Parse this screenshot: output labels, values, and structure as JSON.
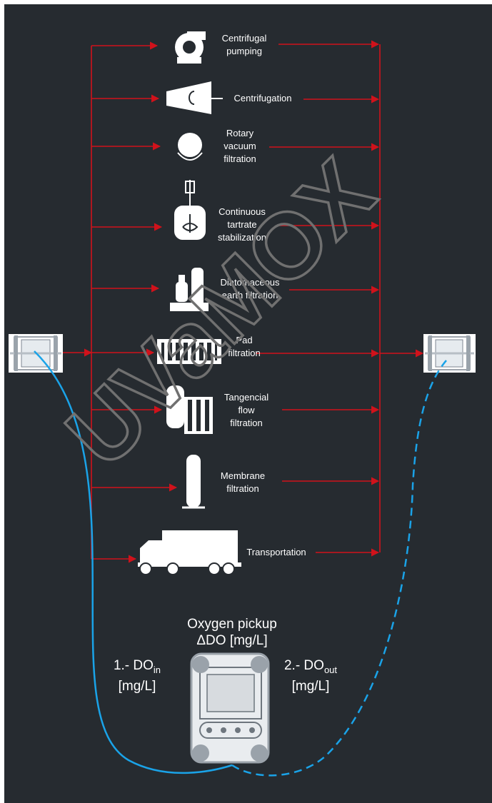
{
  "processes": [
    {
      "lines": [
        "Centrifugal",
        "pumping"
      ],
      "icon": "centrifugal-pump-icon"
    },
    {
      "lines": [
        "Centrifugation"
      ],
      "icon": "centrifuge-icon"
    },
    {
      "lines": [
        "Rotary",
        "vacuum",
        "filtration"
      ],
      "icon": "rotary-vacuum-filter-icon"
    },
    {
      "lines": [
        "Continuous",
        "tartrate",
        "stabilization"
      ],
      "icon": "stirred-tank-icon"
    },
    {
      "lines": [
        "Diatomaceous",
        "earth filtration"
      ],
      "icon": "diatomaceous-filter-icon"
    },
    {
      "lines": [
        "Pad",
        "filtration"
      ],
      "icon": "pad-filter-icon"
    },
    {
      "lines": [
        "Tangencial",
        "flow",
        "filtration"
      ],
      "icon": "tangential-filter-icon"
    },
    {
      "lines": [
        "Membrane",
        "filtration"
      ],
      "icon": "membrane-filter-icon"
    },
    {
      "lines": [
        "Transportation"
      ],
      "icon": "truck-icon"
    }
  ],
  "meter": {
    "title_line1": "Oxygen pickup",
    "title_line2": "ΔDO [mg/L]",
    "in_prefix": "1.- DO",
    "in_sub": "in",
    "in_unit": "[mg/L]",
    "out_prefix": "2.- DO",
    "out_sub": "out",
    "out_unit": "[mg/L]"
  },
  "watermark": "UVaMOX",
  "colors": {
    "background": "#262b30",
    "flow_arrows": "#d0121b",
    "sensor_cable": "#1aa3e8",
    "icons": "#ffffff"
  }
}
